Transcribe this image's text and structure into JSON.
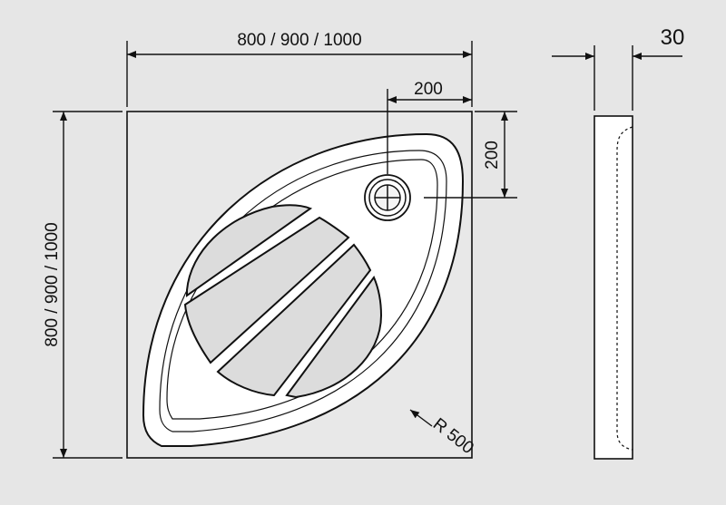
{
  "dimensions": {
    "width_label": "800 / 900 / 1000",
    "height_label": "800 / 900 / 1000",
    "drain_offset_x": "200",
    "drain_offset_y": "200",
    "side_thickness": "30",
    "radius_label": "R 500"
  },
  "colors": {
    "background": "#e6e6e6",
    "tray": "#ffffff",
    "line": "#111111"
  }
}
